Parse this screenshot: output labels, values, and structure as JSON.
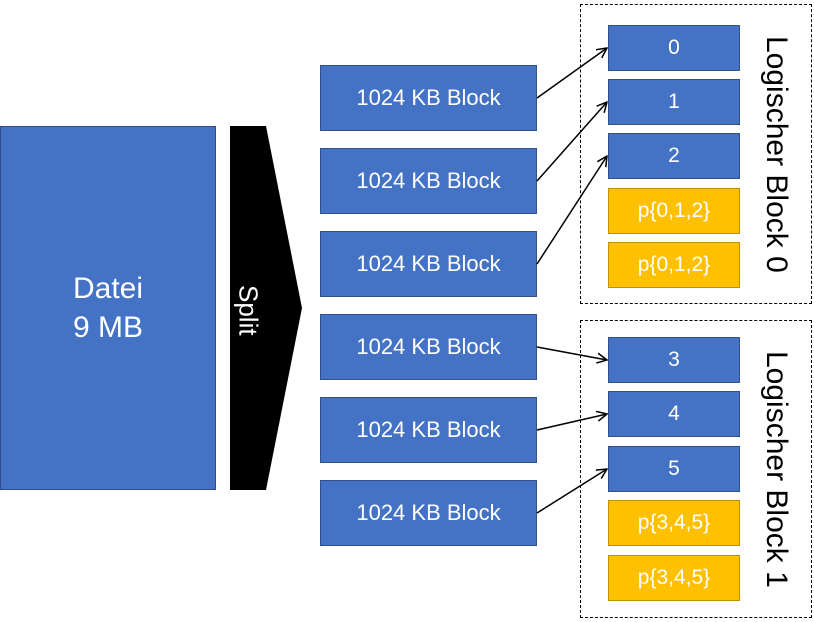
{
  "file": {
    "line1": "Datei",
    "line2": "9 MB"
  },
  "split_label": "Split",
  "physical_blocks": [
    "1024 KB Block",
    "1024 KB Block",
    "1024 KB Block",
    "1024 KB Block",
    "1024 KB Block",
    "1024 KB Block"
  ],
  "logical_groups": [
    {
      "label": "Logischer Block 0",
      "data_blocks": [
        "0",
        "1",
        "2"
      ],
      "parity_blocks": [
        "p{0,1,2}",
        "p{0,1,2}"
      ]
    },
    {
      "label": "Logischer Block 1",
      "data_blocks": [
        "3",
        "4",
        "5"
      ],
      "parity_blocks": [
        "p{3,4,5}",
        "p{3,4,5}"
      ]
    }
  ],
  "colors": {
    "block_fill": "#4472c4",
    "block_border": "#2f528f",
    "parity_fill": "#ffc000",
    "parity_border": "#bf9000",
    "arrow": "#000000"
  }
}
